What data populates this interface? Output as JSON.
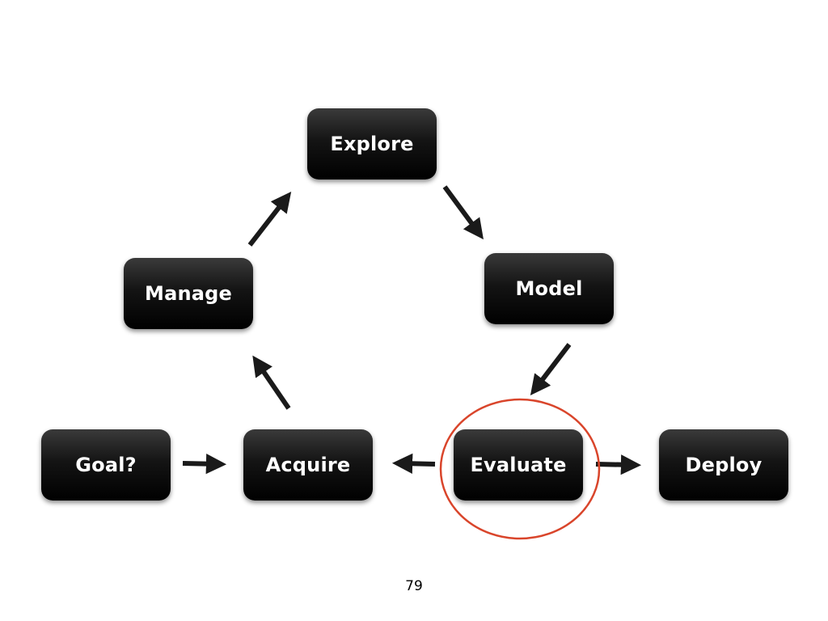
{
  "diagram": {
    "nodes": {
      "explore": "Explore",
      "manage": "Manage",
      "model": "Model",
      "goal": "Goal?",
      "acquire": "Acquire",
      "evaluate": "Evaluate",
      "deploy": "Deploy"
    },
    "edges": [
      {
        "from": "goal",
        "to": "acquire"
      },
      {
        "from": "acquire",
        "to": "manage"
      },
      {
        "from": "manage",
        "to": "explore"
      },
      {
        "from": "explore",
        "to": "model"
      },
      {
        "from": "model",
        "to": "evaluate"
      },
      {
        "from": "evaluate",
        "to": "acquire"
      },
      {
        "from": "evaluate",
        "to": "deploy"
      }
    ],
    "highlighted_node": "evaluate",
    "highlight_color": "#d9452b",
    "node_color": "#000000",
    "arrow_color": "#1a1a1a"
  },
  "page_number": "79"
}
